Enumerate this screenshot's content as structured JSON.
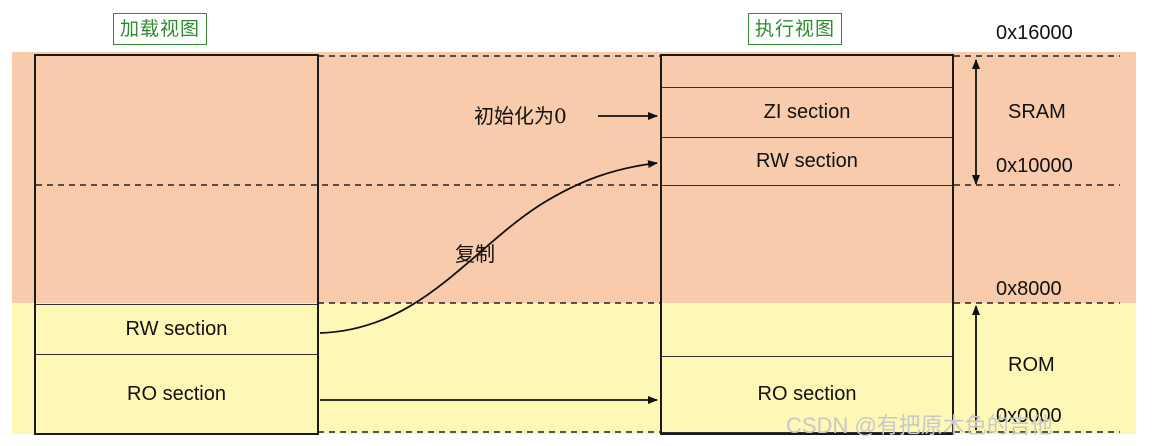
{
  "load_view": {
    "title": "加载视图",
    "sections": [
      "RW section",
      "RO section"
    ]
  },
  "exec_view": {
    "title": "执行视图",
    "sections": [
      "ZI section",
      "RW section",
      "RO section"
    ]
  },
  "regions": {
    "sram": "SRAM",
    "rom": "ROM"
  },
  "addresses": {
    "top": "0x16000",
    "rw_base": "0x10000",
    "rom_top": "0x8000",
    "rom_base": "0x0000"
  },
  "annotations": {
    "init_zero": "初始化为0",
    "copy": "复制"
  },
  "watermark": "CSDN @有把原木色的吉他",
  "colors": {
    "sram_fill": "#f8cbad",
    "rom_fill": "#fdf8b5",
    "title_green": "#2e8b2e"
  }
}
